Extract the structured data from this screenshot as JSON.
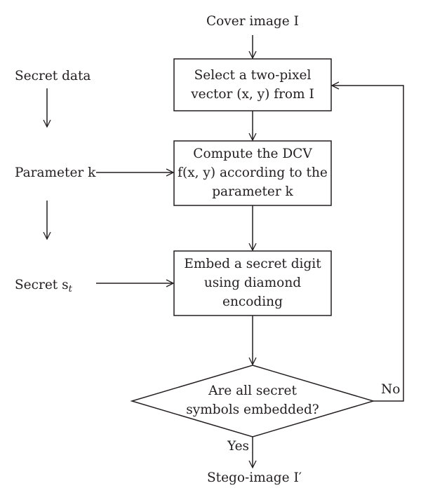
{
  "flow": {
    "cover_image": "Cover image I",
    "step1": {
      "line1": "Select a two-pixel",
      "line2": "vector (x, y) from I"
    },
    "step2": {
      "line1": "Compute the DCV",
      "line2": "f(x, y) according to the",
      "line3": "parameter k"
    },
    "step3": {
      "line1": "Embed a secret digit",
      "line2": "using diamond",
      "line3": "encoding"
    },
    "decision": {
      "line1": "Are all secret",
      "line2": "symbols embedded?"
    },
    "yes_label": "Yes",
    "no_label": "No",
    "output": "Stego-image I′"
  },
  "inputs": {
    "secret_data": "Secret data",
    "parameter": "Parameter k",
    "secret_digit": "Secret s",
    "secret_digit_subscript": "t"
  },
  "colors": {
    "line": "#231f20",
    "text": "#231f20",
    "background": "#ffffff"
  }
}
